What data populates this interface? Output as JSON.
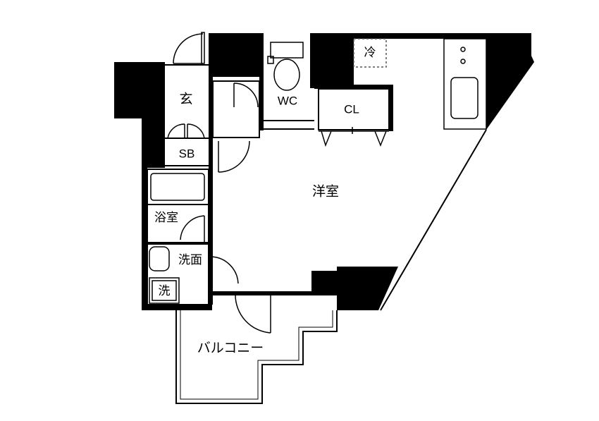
{
  "rooms": {
    "entrance": "玄",
    "shoe_box": "SB",
    "toilet": "WC",
    "closet": "CL",
    "western_room": "洋室",
    "bathroom": "浴室",
    "washroom": "洗面",
    "washer": "洗",
    "fridge": "冷",
    "balcony": "バルコニー"
  },
  "colors": {
    "wall": "#000000",
    "line": "#000000",
    "background": "#ffffff",
    "dashed": "#555555"
  }
}
